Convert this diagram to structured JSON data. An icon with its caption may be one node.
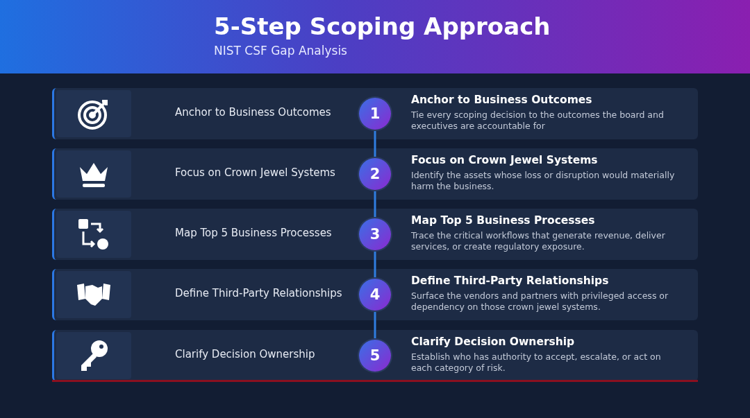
{
  "diagram": {
    "title": "5-Step Scoping Approach",
    "nodes": [
      {
        "text": [
          "Anchor to Business Outcomes",
          "Anchor to Business Outcomes",
          "Tie every scoping decision to the outcomes the board and executives are accountable for"
        ]
      },
      {
        "text": [
          "1"
        ],
        "in": 0
      },
      {
        "text": [
          "Focus on Crown Jewel Systems",
          "Focus on Crown Jewel Systems",
          "Identify the assets whose loss or disruption would materially harm the business."
        ]
      },
      {
        "text": [
          "2"
        ],
        "in": 2
      },
      {
        "text": [
          "Map Top 5 Business Processes",
          "Map Top 5 Business Processes",
          "Trace the critical workflows that generate revenue, deliver services, or create regulatory exposure."
        ]
      },
      {
        "text": [
          "3"
        ],
        "in": 4
      },
      {
        "text": [
          "Define Third-Party Relationships",
          "Define Third-Party Relationships",
          "Surface the vendors and partners with privileged access or dependency on those crown jewel systems."
        ]
      },
      {
        "text": [
          "4"
        ],
        "in": 6
      },
      {
        "text": [
          "Clarify Decision Ownership",
          "Clarify Decision Ownership",
          "Establish who has authority to accept, escalate, or act on each category of risk."
        ]
      },
      {
        "text": [
          "5"
        ],
        "in": 8
      }
    ],
    "edges": [
      {
        "from": 1,
        "to": 3,
        "arrow": "none"
      },
      {
        "from": 3,
        "to": 5,
        "arrow": "none"
      },
      {
        "from": 5,
        "to": 7,
        "arrow": "none"
      },
      {
        "from": 7,
        "to": 9,
        "arrow": "none"
      }
    ],
    "labels": [
      "NIST CSF Gap Analysis"
    ]
  }
}
